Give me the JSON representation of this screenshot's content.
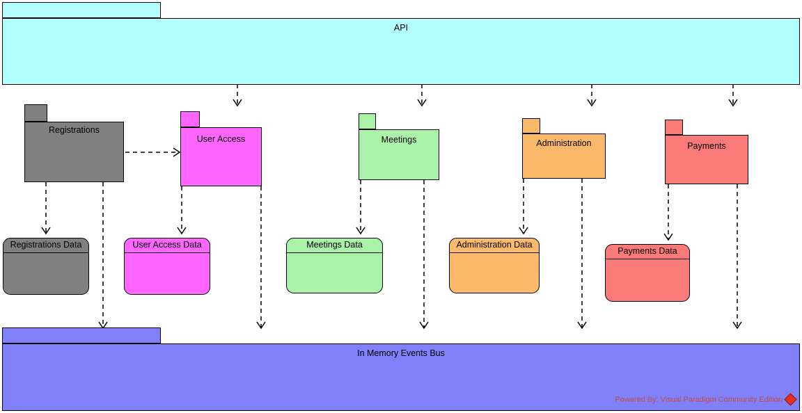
{
  "diagram": {
    "type": "uml-package-diagram",
    "background": "#ffffff",
    "stroke": "#000000"
  },
  "api": {
    "label": "API",
    "color": "#b3ffff"
  },
  "bus": {
    "label": "In Memory Events Bus",
    "color": "#8080f8"
  },
  "packages": [
    {
      "label": "Registrations",
      "color": "#808080"
    },
    {
      "label": "User Access",
      "color": "#ff66ff"
    },
    {
      "label": "Meetings",
      "color": "#aaf2aa"
    },
    {
      "label": "Administration",
      "color": "#fcb96b"
    },
    {
      "label": "Payments",
      "color": "#fa7a7a"
    }
  ],
  "data_nodes": [
    {
      "label": "Registrations Data",
      "color": "#808080"
    },
    {
      "label": "User Access Data",
      "color": "#ff66ff"
    },
    {
      "label": "Meetings Data",
      "color": "#aaf2aa"
    },
    {
      "label": "Administration Data",
      "color": "#fcb96b"
    },
    {
      "label": "Payments Data",
      "color": "#fa7a7a"
    }
  ],
  "dependencies": [
    {
      "from": "Registrations",
      "to": "User Access",
      "style": "dashed"
    }
  ],
  "watermark": {
    "text": "Powered By: Visual Paradigm Community Edition",
    "color": "#c24a4a",
    "logo": "vp-diamond-logo"
  }
}
